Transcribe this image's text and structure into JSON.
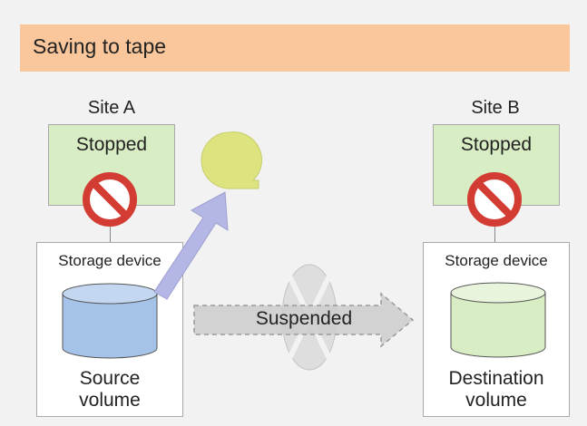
{
  "header": {
    "title": "Saving to tape"
  },
  "site_a": {
    "label": "Site A",
    "status": "Stopped",
    "storage_label": "Storage device",
    "volume_line1": "Source",
    "volume_line2": "volume"
  },
  "site_b": {
    "label": "Site B",
    "status": "Stopped",
    "storage_label": "Storage device",
    "volume_line1": "Destination",
    "volume_line2": "volume"
  },
  "transfer": {
    "label": "Suspended"
  },
  "colors": {
    "header_bg": "#f9c79b",
    "status_bg": "#d9edc4",
    "source_volume": "#a5c2e8",
    "destination_volume": "#d9edc4",
    "tape": "#dde37e",
    "prohibited": "#d23c32",
    "backup_arrow": "#b4b6e6"
  },
  "icons": {
    "stop": "prohibited-icon",
    "tape": "tape-icon",
    "volume": "cylinder-icon",
    "suspended": "suspended-icon"
  }
}
